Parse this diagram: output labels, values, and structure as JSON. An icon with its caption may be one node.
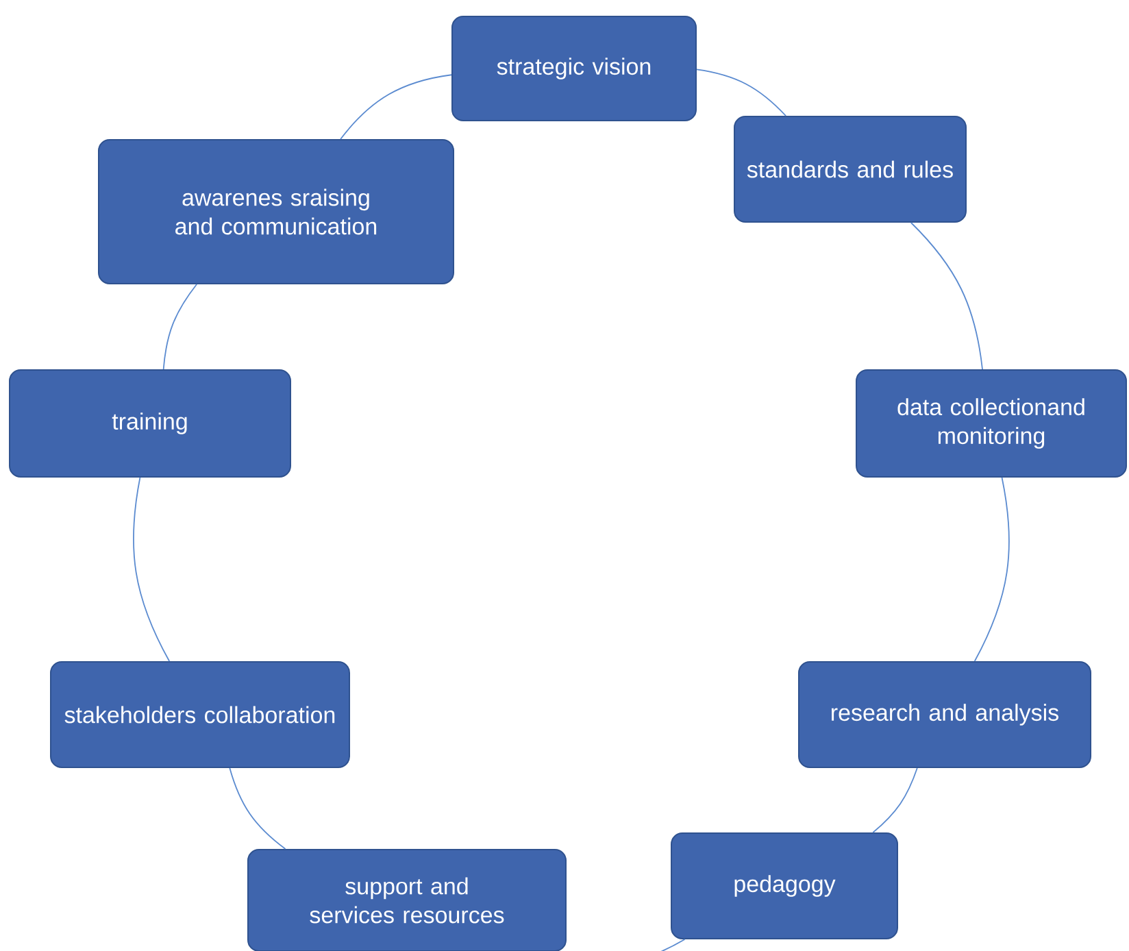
{
  "diagram": {
    "nodes": [
      {
        "text": [
          "strategic vision"
        ]
      },
      {
        "text": [
          "standards and rules"
        ]
      },
      {
        "text": [
          "data collectionand monitoring"
        ]
      },
      {
        "text": [
          "research and analysis"
        ]
      },
      {
        "text": [
          "pedagogy"
        ]
      },
      {
        "text": [
          "support and services resources"
        ]
      },
      {
        "text": [
          "stakeholders collaboration"
        ]
      },
      {
        "text": [
          "training"
        ]
      },
      {
        "text": [
          "awarenes sraising and communication"
        ]
      }
    ],
    "edges": [
      {
        "from": 0,
        "to": 1,
        "arrow": "none"
      },
      {
        "from": 1,
        "to": 2,
        "arrow": "none"
      },
      {
        "from": 2,
        "to": 3,
        "arrow": "none"
      },
      {
        "from": 3,
        "to": 4,
        "arrow": "none"
      },
      {
        "from": 4,
        "to": 5,
        "arrow": "none"
      },
      {
        "from": 5,
        "to": 6,
        "arrow": "none"
      },
      {
        "from": 6,
        "to": 7,
        "arrow": "none"
      },
      {
        "from": 7,
        "to": 8,
        "arrow": "none"
      },
      {
        "from": 8,
        "to": 0,
        "arrow": "none"
      }
    ]
  }
}
